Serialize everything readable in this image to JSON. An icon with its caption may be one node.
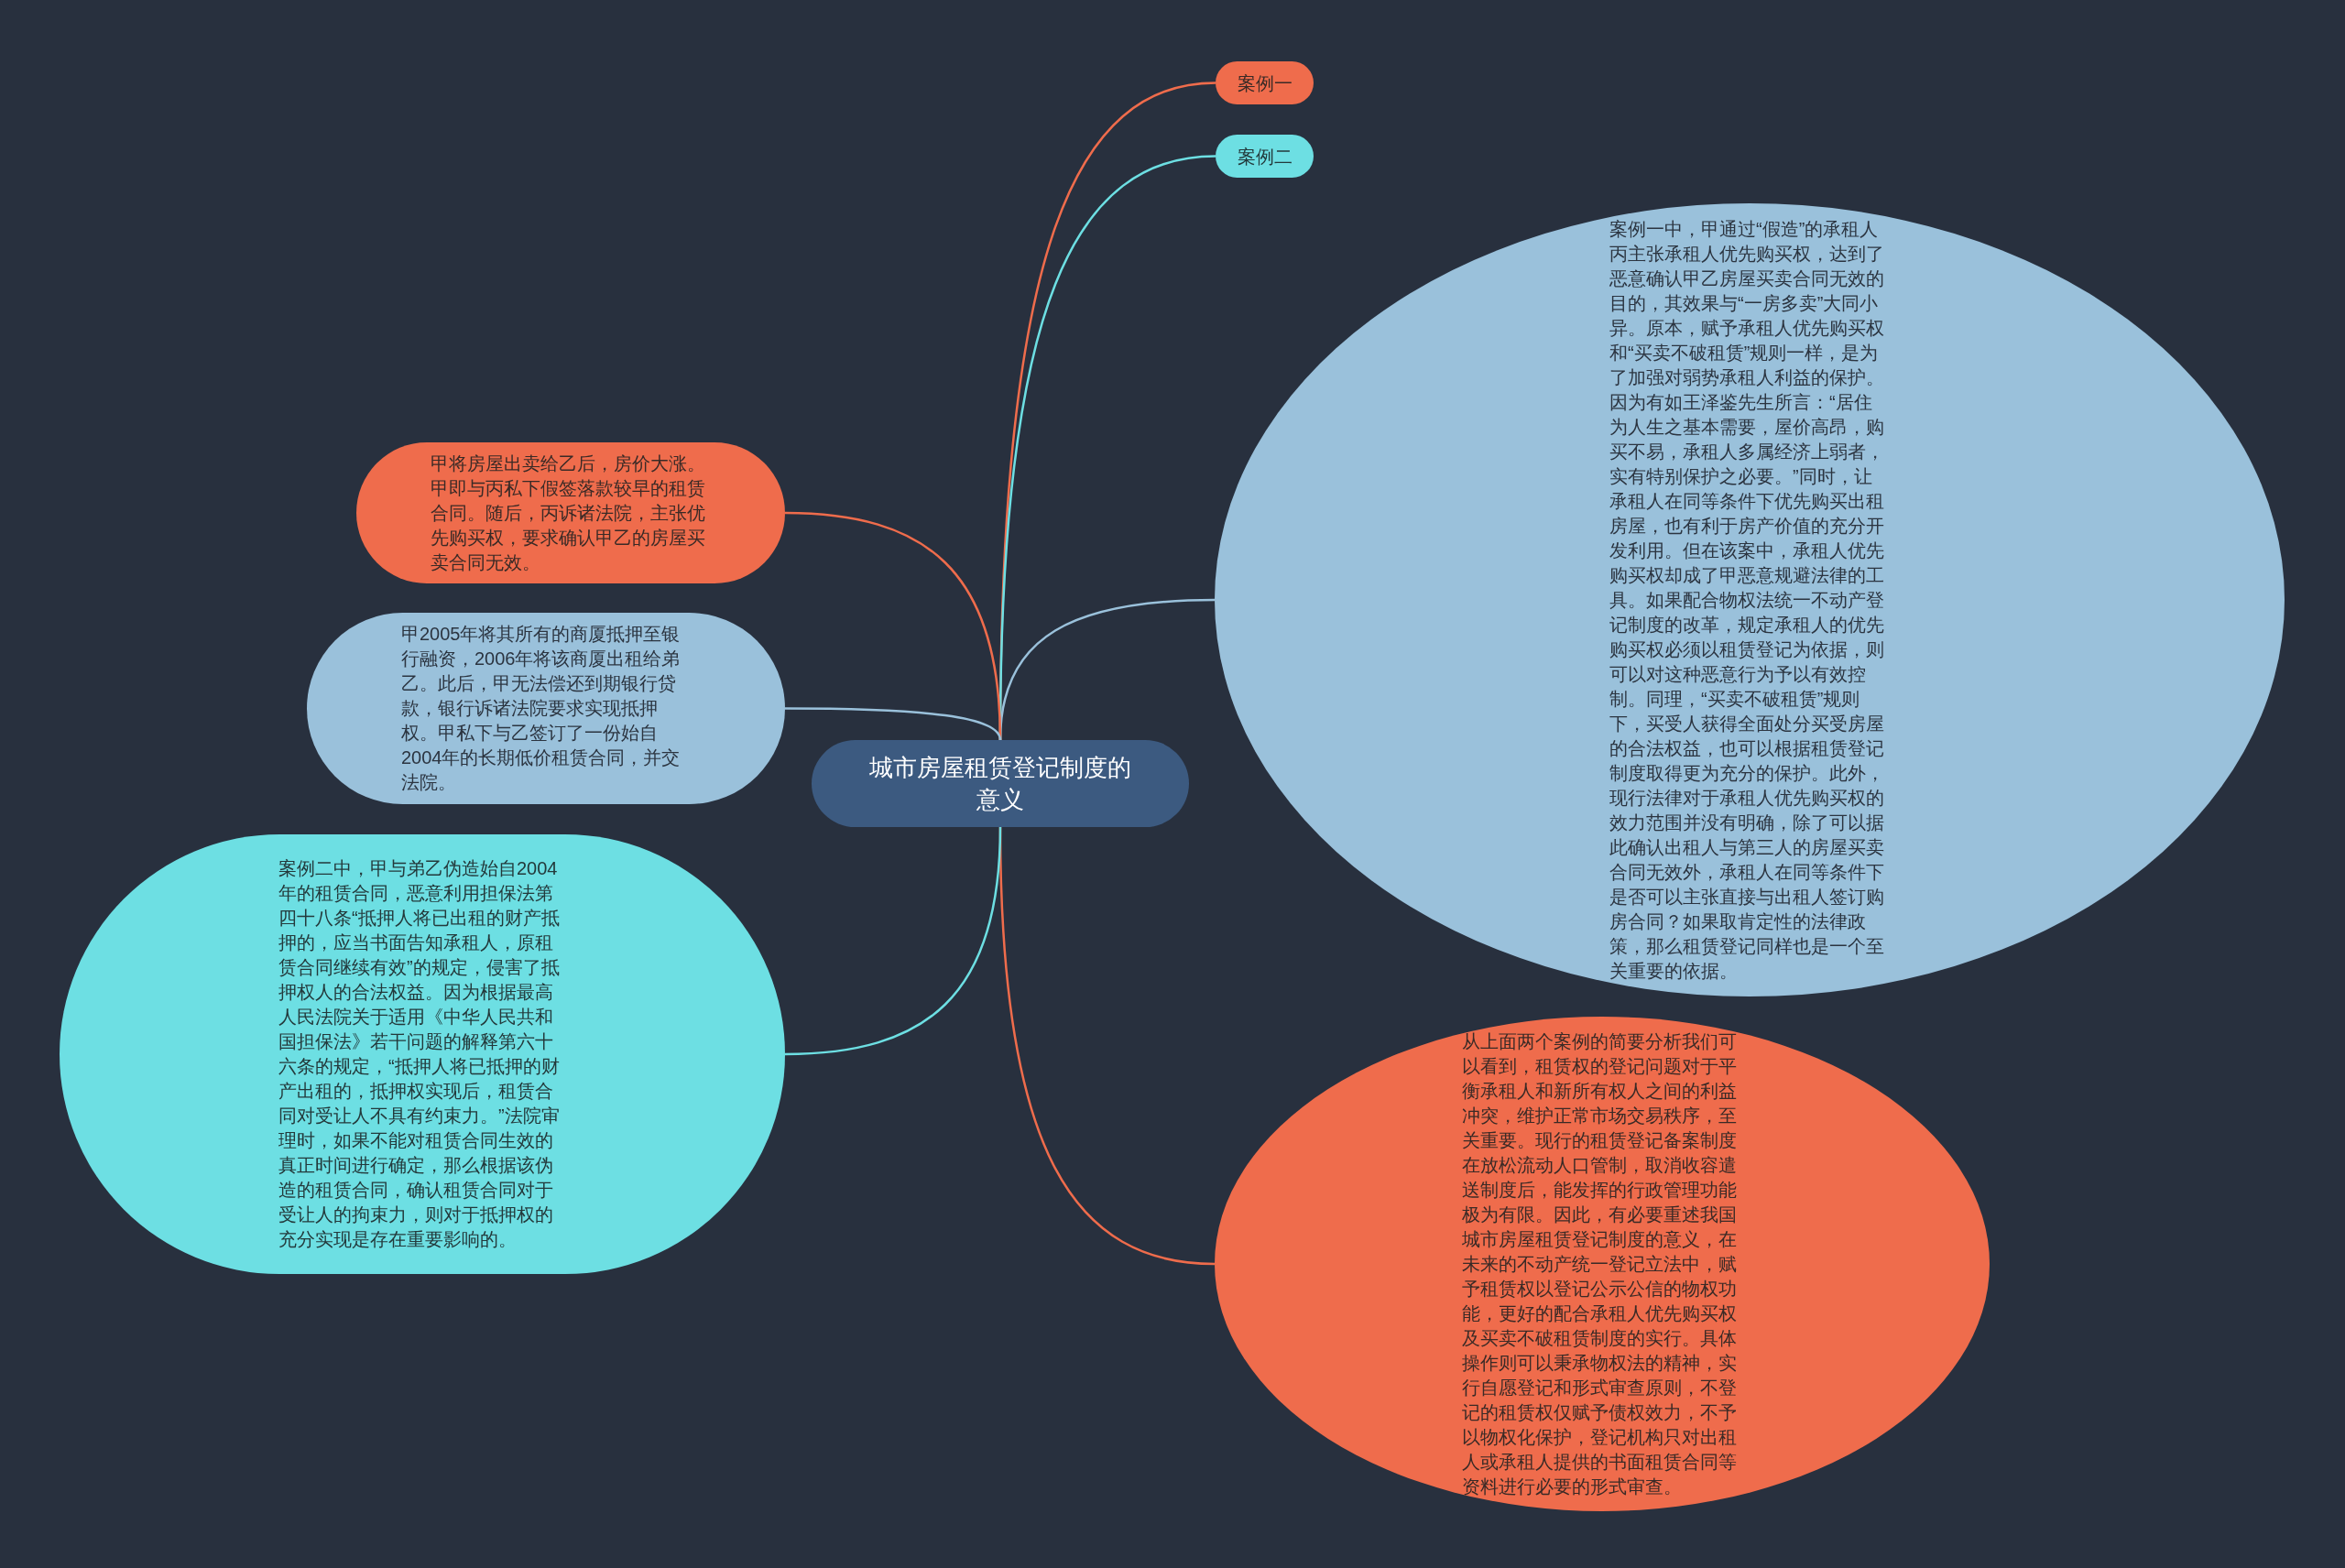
{
  "diagram": {
    "nodes": [
      {
        "text": [
          "城市房屋租赁登记制度的意义"
        ]
      },
      {
        "text": [
          "案例一"
        ]
      },
      {
        "text": [
          "案例二"
        ]
      },
      {
        "text": [
          "案例一中，甲通过“假造”的承租人丙主张承租人优先购买权，达到了恶意确认甲乙房屋买卖合同无效的目的，其效果与“一房多卖”大同小异。原本，赋予承租人优先购买权和“买卖不破租赁”规则一样，是为了加强对弱势承租人利益的保护。因为有如王泽鉴先生所言：“居住为人生之基本需要，屋价高昂，购买不易，承租人多属经济上弱者，实有特别保护之必要。”同时，让承租人在同等条件下优先购买出租房屋，也有利于房产价值的充分开发利用。但在该案中，承租人优先购买权却成了甲恶意规避法律的工具。如果配合物权法统一不动产登记制度的改革，规定承租人的优先购买权必须以租赁登记为依据，则可以对这种恶意行为予以有效控制。同理，“买卖不破租赁”规则下，买受人获得全面处分买受房屋的合法权益，也可以根据租赁登记制度取得更为充分的保护。此外，现行法律对于承租人优先购买权的效力范围并没有明确，除了可以据此确认出租人与第三人的房屋买卖合同无效外，承租人在同等条件下是否可以主张直接与出租人签订购房合同？如果取肯定性的法律政策，那么租赁登记同样也是一个至关重要的依据。"
        ]
      },
      {
        "text": [
          "从上面两个案例的简要分析我们可以看到，租赁权的登记问题对于平衡承租人和新所有权人之间的利益冲突，维护正常市场交易秩序，至关重要。现行的租赁登记备案制度在放松流动人口管制，取消收容遣送制度后，能发挥的行政管理功能极为有限。因此，有必要重述我国城市房屋租赁登记制度的意义，在未来的不动产统一登记立法中，赋予租赁权以登记公示公信的物权功能，更好的配合承租人优先购买权及买卖不破租赁制度的实行。具体操作则可以秉承物权法的精神，实行自愿登记和形式审查原则，不登记的租赁权仅赋予债权效力，不予以物权化保护，登记机构只对出租人或承租人提供的书面租赁合同等资料进行必要的形式审查。"
        ]
      },
      {
        "text": [
          "甲将房屋出卖给乙后，房价大涨。甲即与丙私下假签落款较早的租赁合同。随后，丙诉诸法院，主张优先购买权，要求确认甲乙的房屋买卖合同无效。"
        ]
      },
      {
        "text": [
          "甲2005年将其所有的商厦抵押至银行融资，2006年将该商厦出租给弟乙。此后，甲无法偿还到期银行贷款，银行诉诸法院要求实现抵押权。甲私下与乙签订了一份始自2004年的长期低价租赁合同，并交法院。"
        ]
      },
      {
        "text": [
          "案例二中，甲与弟乙伪造始自2004年的租赁合同，恶意利用担保法第四十八条“抵押人将已出租的财产抵押的，应当书面告知承租人，原租赁合同继续有效”的规定，侵害了抵押权人的合法权益。因为根据最高人民法院关于适用《中华人民共和国担保法》若干问题的解释第六十六条的规定，“抵押人将已抵押的财产出租的，抵押权实现后，租赁合同对受让人不具有约束力。”法院审理时，如果不能对租赁合同生效的真正时间进行确定，那么根据该伪造的租赁合同，确认租赁合同对于受让人的拘束力，则对于抵押权的充分实现是存在重要影响的。"
        ]
      }
    ],
    "edges": [
      {
        "from": 0,
        "to": 1,
        "arrow": "none",
        "color": "#ef6c4c"
      },
      {
        "from": 0,
        "to": 2,
        "arrow": "none",
        "color": "#6ddfe3"
      },
      {
        "from": 0,
        "to": 3,
        "arrow": "none",
        "color": "#9ac1db"
      },
      {
        "from": 0,
        "to": 4,
        "arrow": "none",
        "color": "#ef6c4c"
      },
      {
        "from": 0,
        "to": 5,
        "arrow": "none",
        "color": "#ef6c4c"
      },
      {
        "from": 0,
        "to": 6,
        "arrow": "none",
        "color": "#9ac1db"
      },
      {
        "from": 0,
        "to": 7,
        "arrow": "none",
        "color": "#6ddfe3"
      }
    ]
  }
}
